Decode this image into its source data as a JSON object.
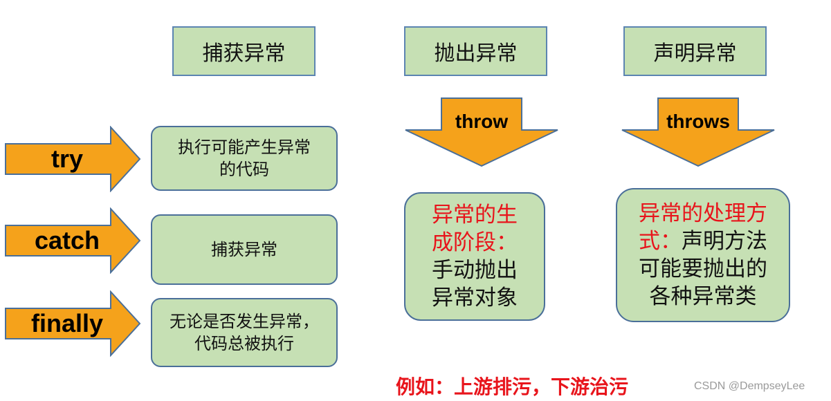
{
  "headers": {
    "catch": "捕获异常",
    "throw": "抛出异常",
    "declare": "声明异常"
  },
  "left_arrows": {
    "try": "try",
    "catch": "catch",
    "finally": "finally"
  },
  "left_boxes": {
    "try_line1": "执行可能产生异常",
    "try_line2": "的代码",
    "catch_text": "捕获异常",
    "finally_line1": "无论是否发生异常，",
    "finally_line2": "代码总被执行"
  },
  "down_arrows": {
    "throw": "throw",
    "throws": "throws"
  },
  "throw_box": {
    "red1": "异常的生",
    "red2": "成阶段：",
    "black1": "手动抛出",
    "black2": "异常对象"
  },
  "throws_box": {
    "red1": "异常的处理方",
    "red2": "式：",
    "black2": "声明方法",
    "black3": "可能要抛出的",
    "black4": "各种异常类"
  },
  "example": "例如：上游排污，下游治污",
  "watermark": "CSDN @DempseyLee",
  "colors": {
    "box_fill": "#c6e0b4",
    "box_border": "#4a6f99",
    "arrow_fill": "#f5a21b",
    "arrow_stroke": "#4a6f99",
    "red_text": "#e8141b"
  }
}
